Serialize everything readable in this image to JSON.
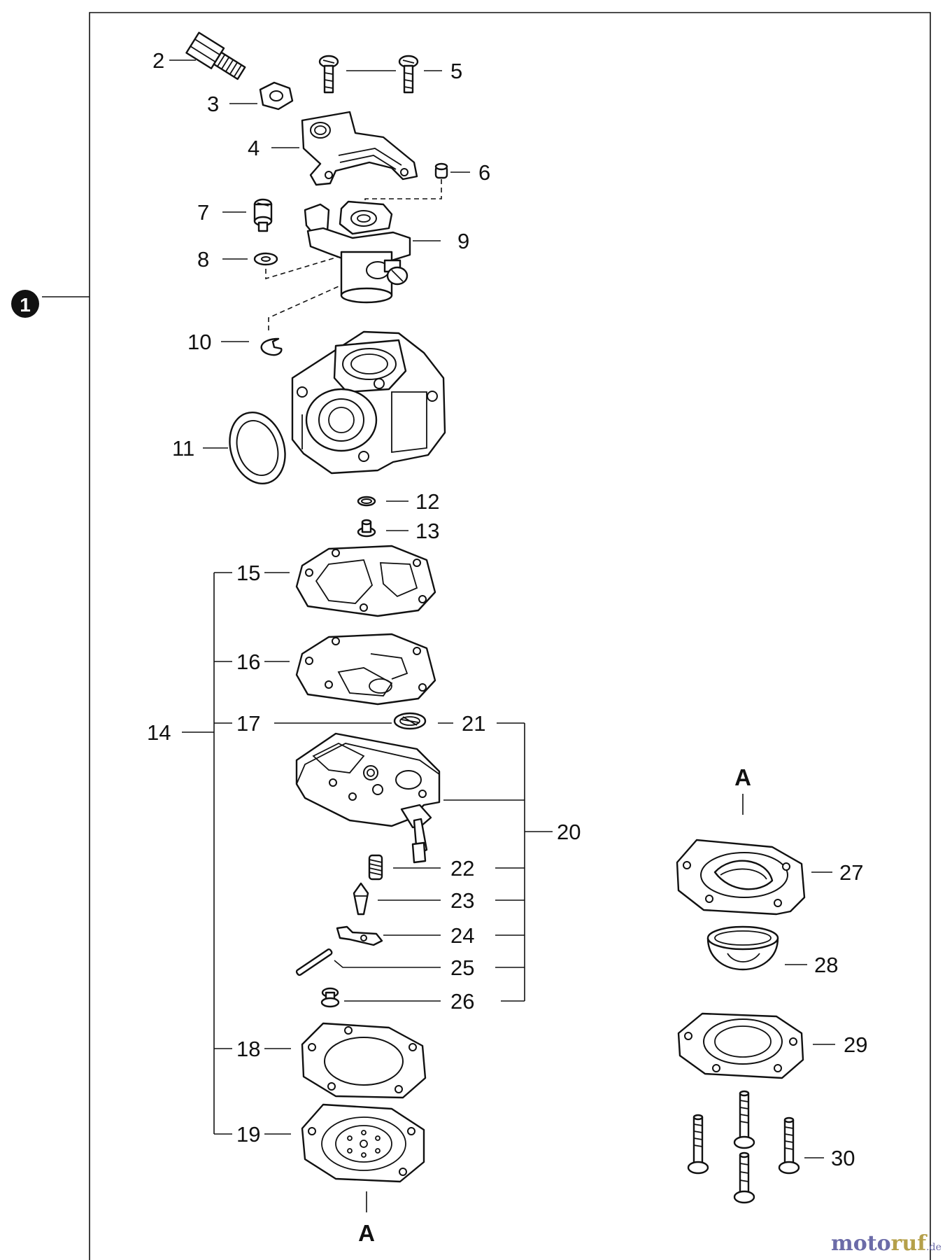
{
  "diagram": {
    "assembly_number": "1",
    "view_marker": "A",
    "callouts": [
      "2",
      "3",
      "4",
      "5",
      "6",
      "7",
      "8",
      "9",
      "10",
      "11",
      "12",
      "13",
      "14",
      "15",
      "16",
      "17",
      "18",
      "19",
      "20",
      "21",
      "22",
      "23",
      "24",
      "25",
      "26",
      "27",
      "28",
      "29",
      "30"
    ]
  },
  "watermark": {
    "part1": "moto",
    "part2": "ruf",
    "suffix": ".de"
  }
}
